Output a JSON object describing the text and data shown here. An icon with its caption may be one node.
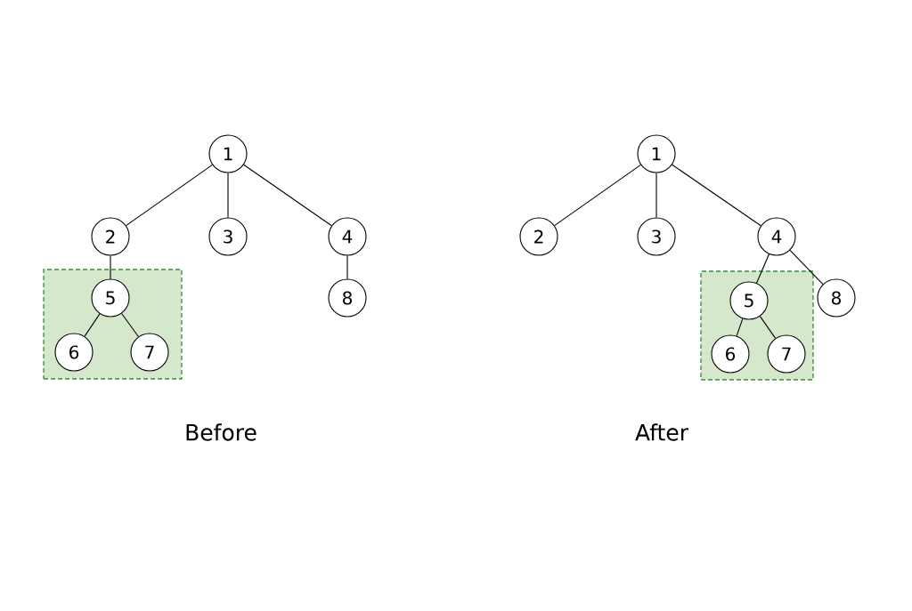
{
  "diagram": {
    "nodes": [
      {
        "text": [
          "1"
        ]
      },
      {
        "text": [
          "2"
        ]
      },
      {
        "text": [
          "3"
        ]
      },
      {
        "text": [
          "4"
        ]
      },
      {
        "text": [],
        "shape": "box"
      },
      {
        "text": [
          "5"
        ],
        "in": 4
      },
      {
        "text": [
          "6"
        ],
        "in": 4
      },
      {
        "text": [
          "7"
        ],
        "in": 4
      },
      {
        "text": [
          "8"
        ]
      },
      {
        "text": [
          "1"
        ]
      },
      {
        "text": [
          "2"
        ]
      },
      {
        "text": [
          "3"
        ]
      },
      {
        "text": [
          "4"
        ]
      },
      {
        "text": [],
        "shape": "box"
      },
      {
        "text": [
          "5"
        ],
        "in": 13
      },
      {
        "text": [
          "6"
        ],
        "in": 13
      },
      {
        "text": [
          "7"
        ],
        "in": 13
      },
      {
        "text": [
          "8"
        ]
      }
    ],
    "edges": [
      {
        "from": 0,
        "to": 1,
        "arrow": "none"
      },
      {
        "from": 0,
        "to": 2,
        "arrow": "none"
      },
      {
        "from": 0,
        "to": 3,
        "arrow": "none"
      },
      {
        "from": 1,
        "to": 5,
        "arrow": "none"
      },
      {
        "from": 5,
        "to": 6,
        "arrow": "none"
      },
      {
        "from": 5,
        "to": 7,
        "arrow": "none"
      },
      {
        "from": 3,
        "to": 8,
        "arrow": "none"
      },
      {
        "from": 9,
        "to": 10,
        "arrow": "none"
      },
      {
        "from": 9,
        "to": 11,
        "arrow": "none"
      },
      {
        "from": 9,
        "to": 12,
        "arrow": "none"
      },
      {
        "from": 12,
        "to": 14,
        "arrow": "none"
      },
      {
        "from": 14,
        "to": 15,
        "arrow": "none"
      },
      {
        "from": 14,
        "to": 16,
        "arrow": "none"
      },
      {
        "from": 12,
        "to": 17,
        "arrow": "none"
      }
    ],
    "labels": [
      "Before",
      "After"
    ]
  }
}
